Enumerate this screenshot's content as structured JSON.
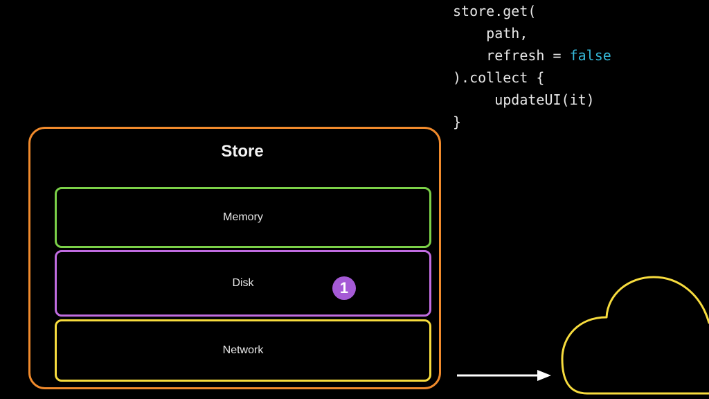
{
  "code": {
    "lines": [
      {
        "text": "store.get("
      },
      {
        "text": "    path,"
      },
      {
        "prefix": "    refresh = ",
        "keyword": "false"
      },
      {
        "text": ").collect {"
      },
      {
        "text": "     updateUI(it)"
      },
      {
        "text": "}"
      }
    ]
  },
  "store": {
    "title": "Store",
    "layers": {
      "memory": "Memory",
      "disk": "Disk",
      "network": "Network"
    },
    "badge": "1"
  },
  "colors": {
    "store_border": "#f08a2c",
    "memory_border": "#7bd048",
    "disk_border": "#c06ce0",
    "network_border": "#f7dc3e",
    "badge": "#a55ad6",
    "keyword": "#35b8d8",
    "cloud": "#f7dc3e"
  },
  "icons": {
    "arrow": "right-arrow-icon",
    "cloud": "cloud-icon"
  }
}
